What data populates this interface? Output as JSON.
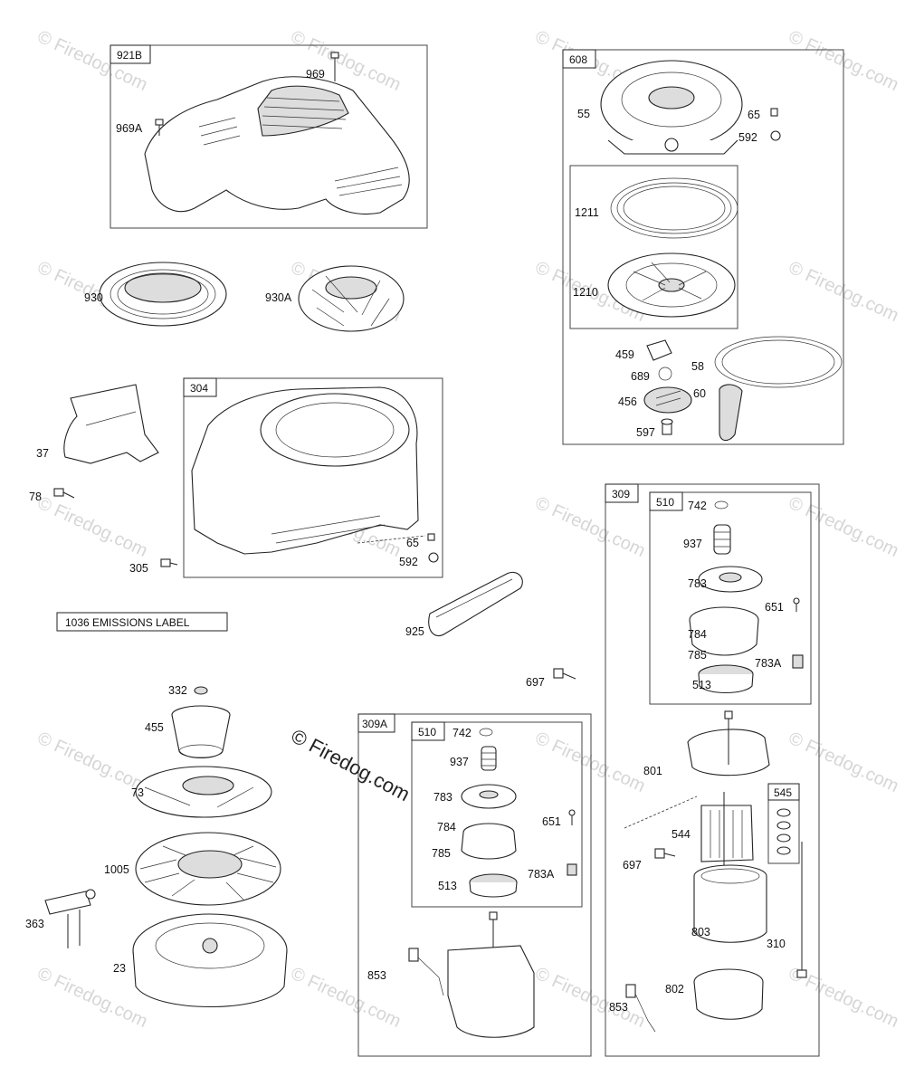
{
  "watermark": {
    "text": "© Firedog.com",
    "center_text": "© Firedog.com"
  },
  "emissions_label": "1036 EMISSIONS LABEL",
  "boxes": {
    "b921B": "921B",
    "b608": "608",
    "b304": "304",
    "b309": "309",
    "b510_top": "510",
    "b545": "545",
    "b309A": "309A",
    "b510_bottom": "510"
  },
  "labels": {
    "l969": "969",
    "l969A": "969A",
    "l930": "930",
    "l930A": "930A",
    "l37": "37",
    "l78": "78",
    "l305": "305",
    "l65a": "65",
    "l592a": "592",
    "l55": "55",
    "l65b": "65",
    "l592b": "592",
    "l1211": "1211",
    "l1210": "1210",
    "l459": "459",
    "l689": "689",
    "l58": "58",
    "l456": "456",
    "l60": "60",
    "l597": "597",
    "l925": "925",
    "l697a": "697",
    "l332": "332",
    "l455": "455",
    "l73": "73",
    "l1005": "1005",
    "l363": "363",
    "l23": "23",
    "l742a": "742",
    "l937a": "937",
    "l783a": "783",
    "l651a": "651",
    "l784a": "784",
    "l785a": "785",
    "l783Aa": "783A",
    "l513a": "513",
    "l853a": "853",
    "l742b": "742",
    "l937b": "937",
    "l783b": "783",
    "l651b": "651",
    "l784b": "784",
    "l785b": "785",
    "l783Ab": "783A",
    "l513b": "513",
    "l801": "801",
    "l544": "544",
    "l697b": "697",
    "l803": "803",
    "l310": "310",
    "l802": "802",
    "l853b": "853"
  }
}
